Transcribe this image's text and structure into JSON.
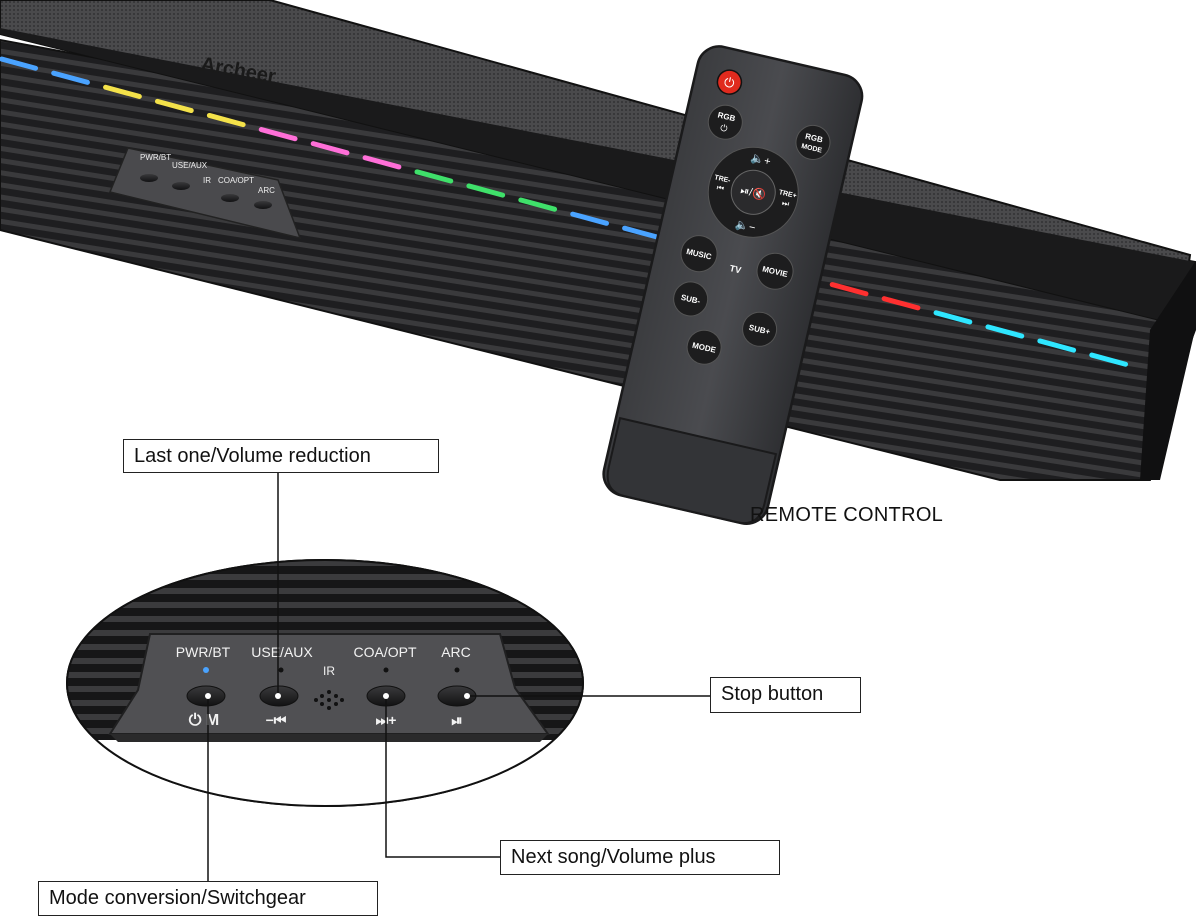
{
  "remote_caption": "REMOTE CONTROL",
  "callouts": {
    "last_one": "Last one/Volume reduction",
    "stop": "Stop button",
    "next_song": "Next song/Volume plus",
    "mode": "Mode conversion/Switchgear"
  },
  "brand": "Archeer",
  "panel": {
    "pwr_bt": "PWR/BT",
    "use_aux": "USE/AUX",
    "ir": "IR",
    "coa_opt": "COA/OPT",
    "arc": "ARC",
    "pwr_symbol": "⏻ M",
    "prev_symbol": "−⏮",
    "next_symbol": "⏭+",
    "play_symbol": "⏯"
  },
  "remote": {
    "rgb_power": "RGB",
    "rgb_mode_1": "RGB",
    "rgb_mode_2": "MODE",
    "tre_minus": "TRE-",
    "tre_plus": "TRE+",
    "play_mute": "⏯/🔇",
    "music": "MUSIC",
    "tv": "TV",
    "movie": "MOVIE",
    "sub_minus": "SUB-",
    "sub_plus": "SUB+",
    "mode": "MODE"
  },
  "colors": {
    "led_blue": "#4aa3ff",
    "led_yellow": "#f4e24a",
    "led_pink": "#ff6fd8",
    "led_green": "#3fe06a",
    "led_red": "#ff3030",
    "led_cyan": "#2fe6ff",
    "power_red": "#e02a1e",
    "body": "#2b2b2d"
  }
}
